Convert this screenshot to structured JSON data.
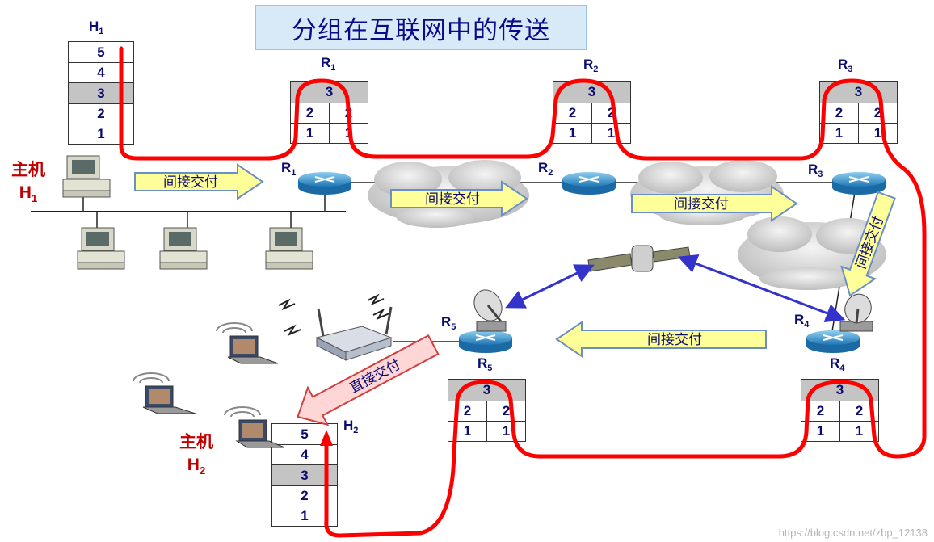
{
  "title": "分组在互联网中的传送",
  "hosts": {
    "h1": {
      "top_label": "H",
      "top_sub": "1",
      "host_word": "主机",
      "host_name": "H",
      "host_sub": "1"
    },
    "h2": {
      "top_label": "H",
      "top_sub": "2",
      "host_word": "主机",
      "host_name": "H",
      "host_sub": "2"
    }
  },
  "host_stack_layers": [
    "5",
    "4",
    "3",
    "2",
    "1"
  ],
  "router_stack": {
    "layer3": "3",
    "layer2": "2",
    "layer1": "1"
  },
  "routers": [
    {
      "name": "R",
      "sub": "1"
    },
    {
      "name": "R",
      "sub": "2"
    },
    {
      "name": "R",
      "sub": "3"
    },
    {
      "name": "R",
      "sub": "4"
    },
    {
      "name": "R",
      "sub": "5"
    }
  ],
  "arrows": {
    "indirect": "间接交付",
    "direct": "直接交付"
  },
  "watermark": "https://blog.csdn.net/zbp_12138",
  "colors": {
    "path": "#ff0000",
    "arrow_fill": "#ffff99",
    "arrow_stroke": "#6a8fc8",
    "text": "#0b0b70",
    "host_label": "#c00000"
  }
}
